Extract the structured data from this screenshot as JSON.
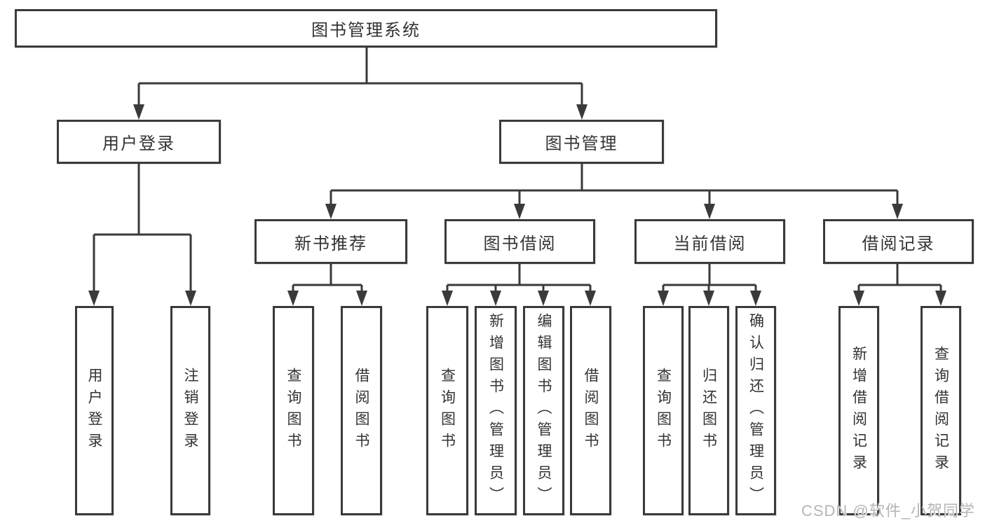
{
  "diagram": {
    "root": {
      "label": "图书管理系统"
    },
    "level2": [
      {
        "label": "用户登录"
      },
      {
        "label": "图书管理"
      }
    ],
    "level3": [
      {
        "label": "新书推荐"
      },
      {
        "label": "图书借阅"
      },
      {
        "label": "当前借阅"
      },
      {
        "label": "借阅记录"
      }
    ],
    "leaves": [
      {
        "label": "用户登录"
      },
      {
        "label": "注销登录"
      },
      {
        "label": "查询图书"
      },
      {
        "label": "借阅图书"
      },
      {
        "label": "查询图书"
      },
      {
        "label": "新增图书（管理员）"
      },
      {
        "label": "编辑图书（管理员）"
      },
      {
        "label": "借阅图书"
      },
      {
        "label": "查询图书"
      },
      {
        "label": "归还图书"
      },
      {
        "label": "确认归还（管理员）"
      },
      {
        "label": "新增借阅记录"
      },
      {
        "label": "查询借阅记录"
      }
    ]
  },
  "watermark": {
    "text": "CSDN @软件_小贺同学"
  },
  "colors": {
    "line": "#3a3a3a",
    "text": "#333333",
    "background": "#ffffff",
    "watermark": "#b5b5b5"
  }
}
